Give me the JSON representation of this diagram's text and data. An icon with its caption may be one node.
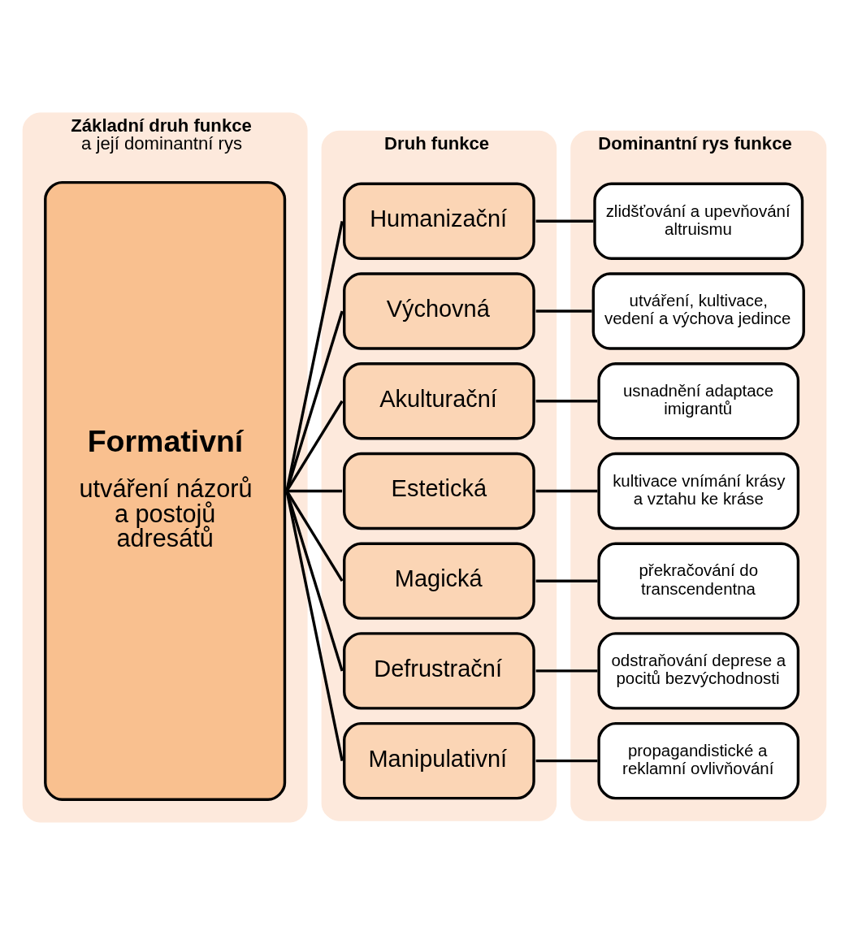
{
  "diagram": {
    "nodes": [
      {
        "text": [
          "Základní druh funkce",
          "a její dominantní rys"
        ]
      },
      {
        "text": [
          "Formativní",
          "utváření názorů a postojů adresátů"
        ],
        "in": 0
      },
      {
        "text": [
          "Druh funkce"
        ]
      },
      {
        "text": [
          "Humanizační"
        ],
        "in": 2
      },
      {
        "text": [
          "Výchovná"
        ],
        "in": 2
      },
      {
        "text": [
          "Akulturační"
        ],
        "in": 2
      },
      {
        "text": [
          "Estetická"
        ],
        "in": 2
      },
      {
        "text": [
          "Magická"
        ],
        "in": 2
      },
      {
        "text": [
          "Defrustrační"
        ],
        "in": 2
      },
      {
        "text": [
          "Manipulativní"
        ],
        "in": 2
      },
      {
        "text": [
          "Dominantní rys funkce"
        ]
      },
      {
        "text": [
          "zlidšťování a upevňování altruismu"
        ],
        "in": 10
      },
      {
        "text": [
          "utváření, kultivace, vedení a výchova jedince"
        ],
        "in": 10
      },
      {
        "text": [
          "usnadnění adaptace imigrantů"
        ],
        "in": 10
      },
      {
        "text": [
          "kultivace vnímání krásy a vztahu ke kráse"
        ],
        "in": 10
      },
      {
        "text": [
          "překračování do transcendentna"
        ],
        "in": 10
      },
      {
        "text": [
          "odstraňování deprese a pocitů bezvýchodnosti"
        ],
        "in": 10
      },
      {
        "text": [
          "propagandistické a reklamní ovlivňování"
        ],
        "in": 10
      }
    ],
    "edges": [
      {
        "from": 1,
        "to": 3,
        "arrow": "none"
      },
      {
        "from": 1,
        "to": 4,
        "arrow": "none"
      },
      {
        "from": 1,
        "to": 5,
        "arrow": "none"
      },
      {
        "from": 1,
        "to": 6,
        "arrow": "none"
      },
      {
        "from": 1,
        "to": 7,
        "arrow": "none"
      },
      {
        "from": 1,
        "to": 8,
        "arrow": "none"
      },
      {
        "from": 1,
        "to": 9,
        "arrow": "none"
      },
      {
        "from": 3,
        "to": 11,
        "arrow": "none"
      },
      {
        "from": 4,
        "to": 12,
        "arrow": "none"
      },
      {
        "from": 5,
        "to": 13,
        "arrow": "none"
      },
      {
        "from": 6,
        "to": 14,
        "arrow": "none"
      },
      {
        "from": 7,
        "to": 15,
        "arrow": "none"
      },
      {
        "from": 8,
        "to": 16,
        "arrow": "none"
      },
      {
        "from": 9,
        "to": 17,
        "arrow": "none"
      }
    ]
  }
}
